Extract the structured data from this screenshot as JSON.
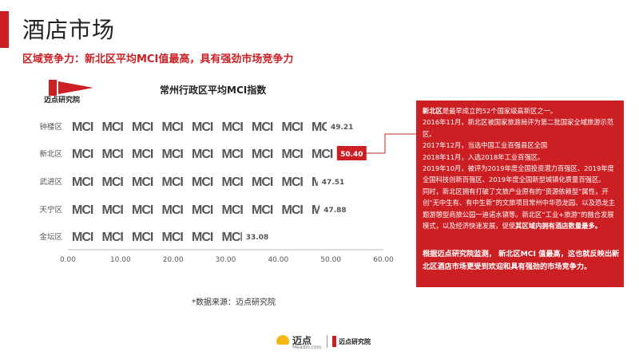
{
  "header": {
    "title": "酒店市场",
    "subtitle": "区域竞争力：新北区平均MCI值最高，具有强劲市场竞争力"
  },
  "logo_text": "迈点研究院",
  "chart_data": {
    "type": "bar",
    "title": "常州行政区平均MCI指数",
    "categories": [
      "钟楼区",
      "新北区",
      "武进区",
      "天宁区",
      "金坛区"
    ],
    "values": [
      49.21,
      50.4,
      47.51,
      47.88,
      33.08
    ],
    "value_labels": [
      "49.21",
      "50.40",
      "47.51",
      "47.88",
      "33.08"
    ],
    "xlim": [
      0,
      60
    ],
    "xticks": [
      "0.00",
      "10.00",
      "20.00",
      "30.00",
      "40.00",
      "50.00",
      "60.00"
    ],
    "mark_text": "MCI",
    "highlight_category": "新北区",
    "colors": {
      "highlight": "#cc1f24",
      "mark": "#555555",
      "mark_accent": "#cc1f24"
    }
  },
  "info": {
    "lead": "新北区",
    "lead_rest": "是最早成立的52个国家级高新区之一。",
    "lines": [
      "2016年11月，新北区被国家旅游局评为第二批国家全域旅游示范区。",
      "2017年12月，当选中国工业百强县区全国",
      "2018年11月，入选2018年工业百强区。",
      "2019年10月，被评为2019年度全国投资潜力百强区、2019年度全国科技创新百强区、2019年度全国新型城镇化质量百强区。"
    ],
    "last_line_normal": "同时，新北区拥有打破了文旅产业原有的“资源依赖型”属性，开创“无中生有、有中生新”的文旅项目常州中华恐龙园、以及恐龙主题游憩型商旅公园一迪诺水镇等。新北区“工业+旅游”的融合发展模式，以及经济快速发展，促使",
    "last_line_bold": "其区域内拥有酒店数量最多。",
    "bottom": "根据迈点研究院监测， 新北区MCI 值最高，这也就反映出新北区酒店市场更受到欢迎和具有强劲的市场竞争力。"
  },
  "source": "*数据来源：迈点研究院",
  "footer": {
    "brand": "迈点",
    "brand_sub": "Meadin.com",
    "brand2": "迈点研究院"
  }
}
